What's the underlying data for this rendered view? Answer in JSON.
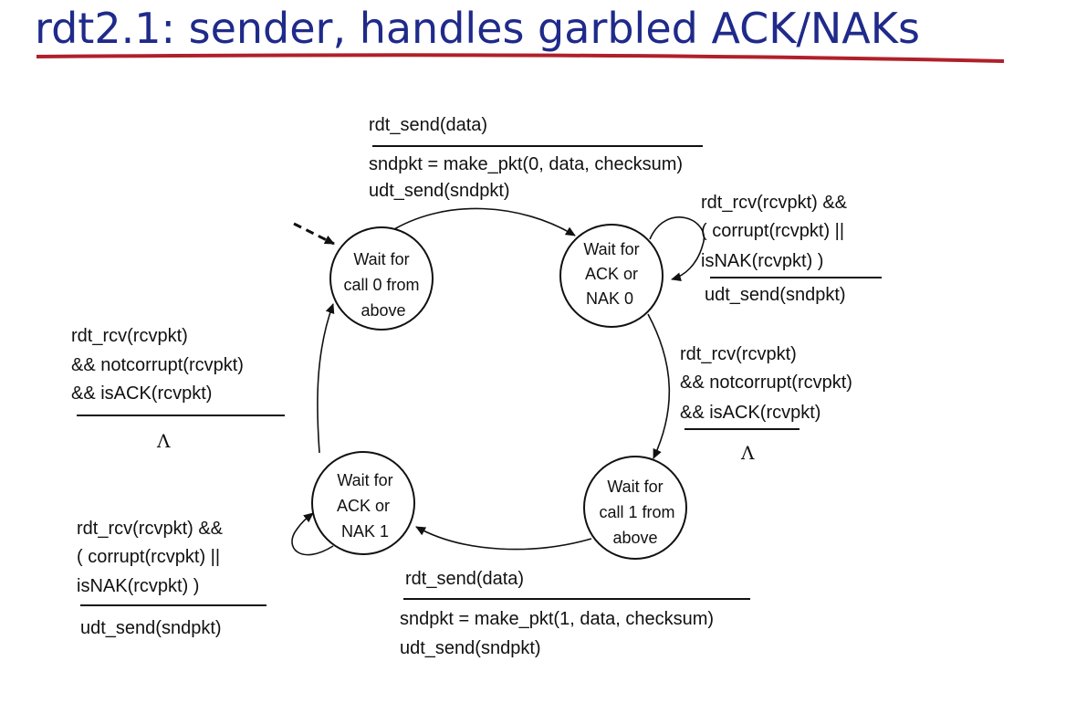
{
  "title": "rdt2.1: sender, handles garbled ACK/NAKs",
  "colors": {
    "title": "#1f2a8a",
    "underline": "#b0202a",
    "ink": "#111111"
  },
  "states": [
    {
      "lines": [
        "Wait for",
        "call 0 from",
        "above"
      ]
    },
    {
      "lines": [
        "Wait for",
        "ACK or",
        "NAK 0"
      ]
    },
    {
      "lines": [
        "Wait for",
        "call 1 from",
        "above"
      ]
    },
    {
      "lines": [
        "Wait for",
        "ACK or",
        "NAK 1"
      ]
    }
  ],
  "transitions": {
    "t0_to_1": {
      "event": [
        "rdt_send(data)"
      ],
      "action": [
        "sndpkt = make_pkt(0, data, checksum)",
        "udt_send(sndpkt)"
      ]
    },
    "t1_self": {
      "event": [
        "rdt_rcv(rcvpkt) &&",
        "( corrupt(rcvpkt) ||",
        "isNAK(rcvpkt) )"
      ],
      "action": [
        "udt_send(sndpkt)"
      ]
    },
    "t1_to_2": {
      "event": [
        "rdt_rcv(rcvpkt)",
        "&& notcorrupt(rcvpkt)",
        "&& isACK(rcvpkt)"
      ],
      "action": [
        "Λ"
      ]
    },
    "t2_to_3": {
      "event": [
        "rdt_send(data)"
      ],
      "action": [
        "sndpkt = make_pkt(1, data, checksum)",
        "udt_send(sndpkt)"
      ]
    },
    "t3_self": {
      "event": [
        "rdt_rcv(rcvpkt) &&",
        "( corrupt(rcvpkt) ||",
        "isNAK(rcvpkt) )"
      ],
      "action": [
        "udt_send(sndpkt)"
      ]
    },
    "t3_to_0": {
      "event": [
        "rdt_rcv(rcvpkt)",
        "&& notcorrupt(rcvpkt)",
        "&& isACK(rcvpkt)"
      ],
      "action": [
        "Λ"
      ]
    }
  }
}
